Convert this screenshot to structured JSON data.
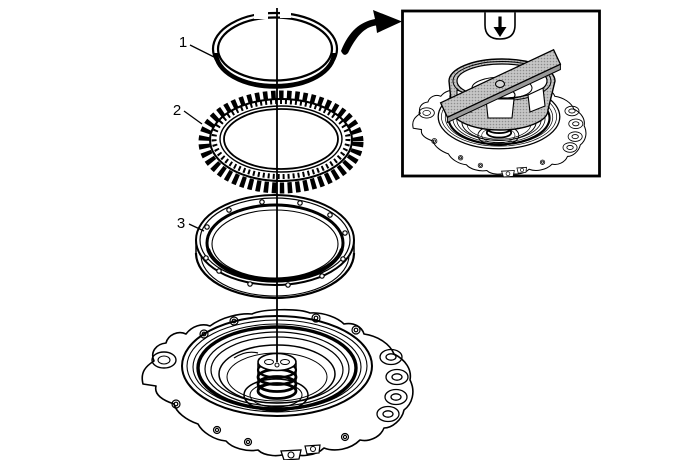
{
  "figure": {
    "background_color": "#ffffff",
    "line_color": "#000000",
    "tool_shading_color": "#bdbdbd",
    "callouts": [
      {
        "label": "1"
      },
      {
        "label": "2"
      },
      {
        "label": "3"
      }
    ],
    "inset": {
      "symbol": "down-arrow"
    }
  }
}
